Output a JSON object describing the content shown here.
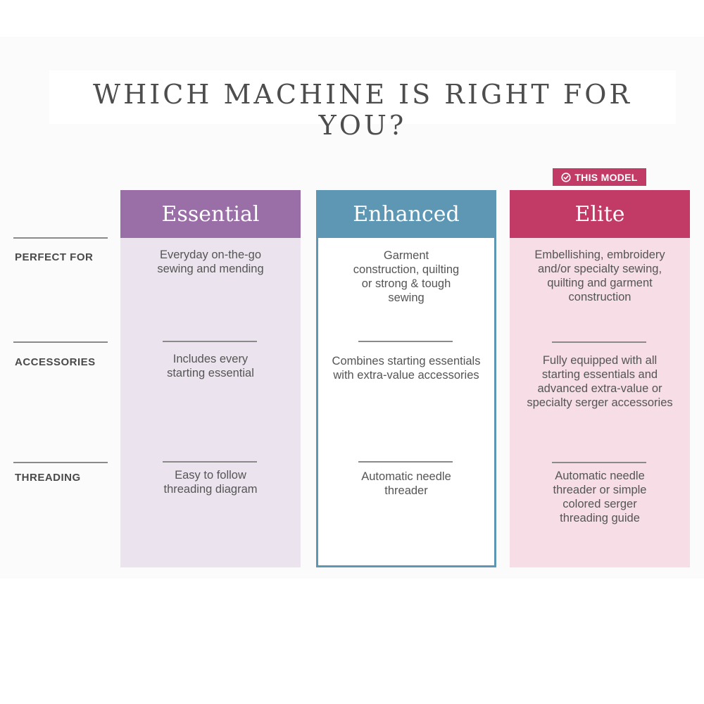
{
  "title": "WHICH MACHINE IS RIGHT FOR YOU?",
  "badge": {
    "label": "THIS MODEL",
    "icon": "check-circle-icon"
  },
  "rows": [
    "PERFECT FOR",
    "ACCESSORIES",
    "THREADING"
  ],
  "columns": [
    {
      "name": "Essential",
      "color": "#9a6ea6",
      "perfect_for": "Everyday on-the-go sewing and mending",
      "accessories": "Includes every starting essential",
      "threading": "Easy to follow threading diagram"
    },
    {
      "name": "Enhanced",
      "color": "#5d97b4",
      "perfect_for": "Garment construction, quilting or strong & tough sewing",
      "accessories": "Combines starting essentials with extra-value accessories",
      "threading": "Automatic needle threader"
    },
    {
      "name": "Elite",
      "color": "#c23b67",
      "perfect_for": "Embellishing, embroidery and/or specialty sewing, quilting and garment construction",
      "accessories": "Fully equipped with all starting essentials and advanced extra-value or specialty serger accessories",
      "threading": "Automatic needle threader or simple colored serger threading guide"
    }
  ]
}
